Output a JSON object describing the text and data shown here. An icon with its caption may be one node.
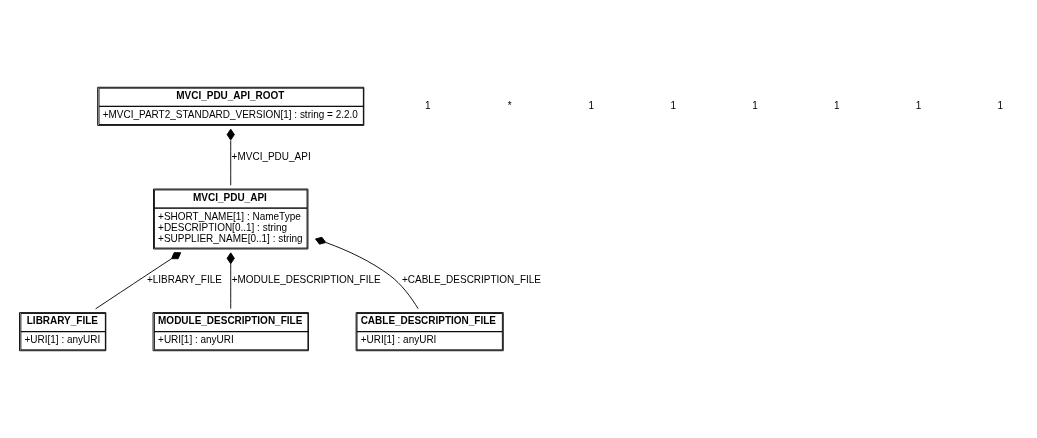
{
  "diagram": {
    "nodes": [
      {
        "text": [
          "MVCI_PDU_API_ROOT",
          "+MVCI_PART2_STANDARD_VERSION[1] : string = 2.2.0"
        ]
      },
      {
        "text": [
          "MVCI_PDU_API",
          "+SHORT_NAME[1] : NameType",
          "+DESCRIPTION[0..1] : string",
          "+SUPPLIER_NAME[0..1] : string"
        ]
      },
      {
        "text": [
          "LIBRARY_FILE",
          "+URI[1] : anyURI"
        ]
      },
      {
        "text": [
          "MODULE_DESCRIPTION_FILE",
          "+URI[1] : anyURI"
        ]
      },
      {
        "text": [
          "CABLE_DESCRIPTION_FILE",
          "+URI[1] : anyURI"
        ]
      }
    ],
    "edges": [
      {
        "from": 0,
        "to": 1,
        "arrow": "other",
        "label": "+MVCI_PDU_API"
      },
      {
        "from": 1,
        "to": 2,
        "arrow": "other",
        "label": "+LIBRARY_FILE"
      },
      {
        "from": 1,
        "to": 3,
        "arrow": "other",
        "label": "+MODULE_DESCRIPTION_FILE"
      },
      {
        "from": 1,
        "to": 4,
        "arrow": "other",
        "label": "+CABLE_DESCRIPTION_FILE"
      }
    ],
    "labels": [
      "1",
      "*",
      "1",
      "1",
      "1",
      "1",
      "1",
      "1"
    ]
  }
}
